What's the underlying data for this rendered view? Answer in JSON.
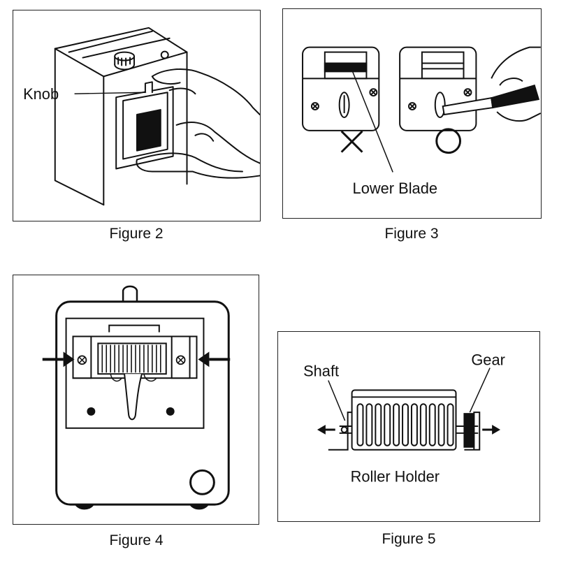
{
  "figures": [
    {
      "caption": "Figure 2",
      "labels": {
        "knob": "Knob"
      }
    },
    {
      "caption": "Figure 3",
      "labels": {
        "lower_blade": "Lower Blade"
      }
    },
    {
      "caption": "Figure 4"
    },
    {
      "caption": "Figure 5",
      "labels": {
        "shaft": "Shaft",
        "gear": "Gear",
        "roller_holder": "Roller Holder"
      }
    }
  ]
}
